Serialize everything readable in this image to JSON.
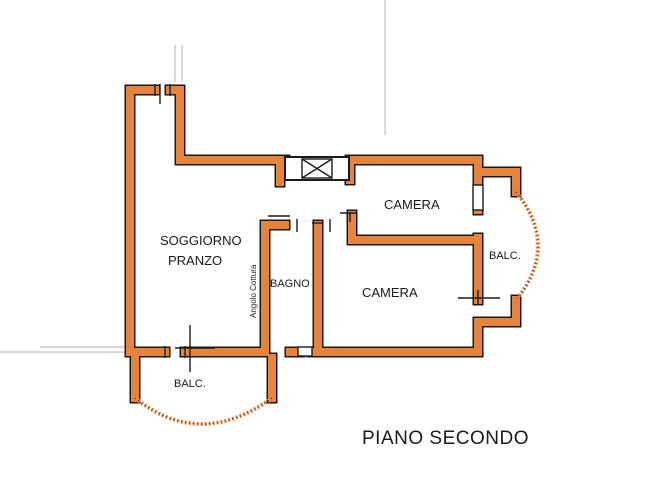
{
  "labels": {
    "soggiorno_line1": "SOGGIORNO",
    "soggiorno_line2": "PRANZO",
    "camera_top": "CAMERA",
    "camera_bottom": "CAMERA",
    "bagno": "BAGNO",
    "angolo_cottura": "Angolo Cottura",
    "balc_right": "BALC.",
    "balc_bottom": "BALC."
  },
  "title": "PIANO SECONDO",
  "colors": {
    "wall_fill": "#e8833a",
    "wall_outline": "#1a1a1a",
    "background": "#ffffff",
    "guide_lines": "#b0b0b0"
  }
}
